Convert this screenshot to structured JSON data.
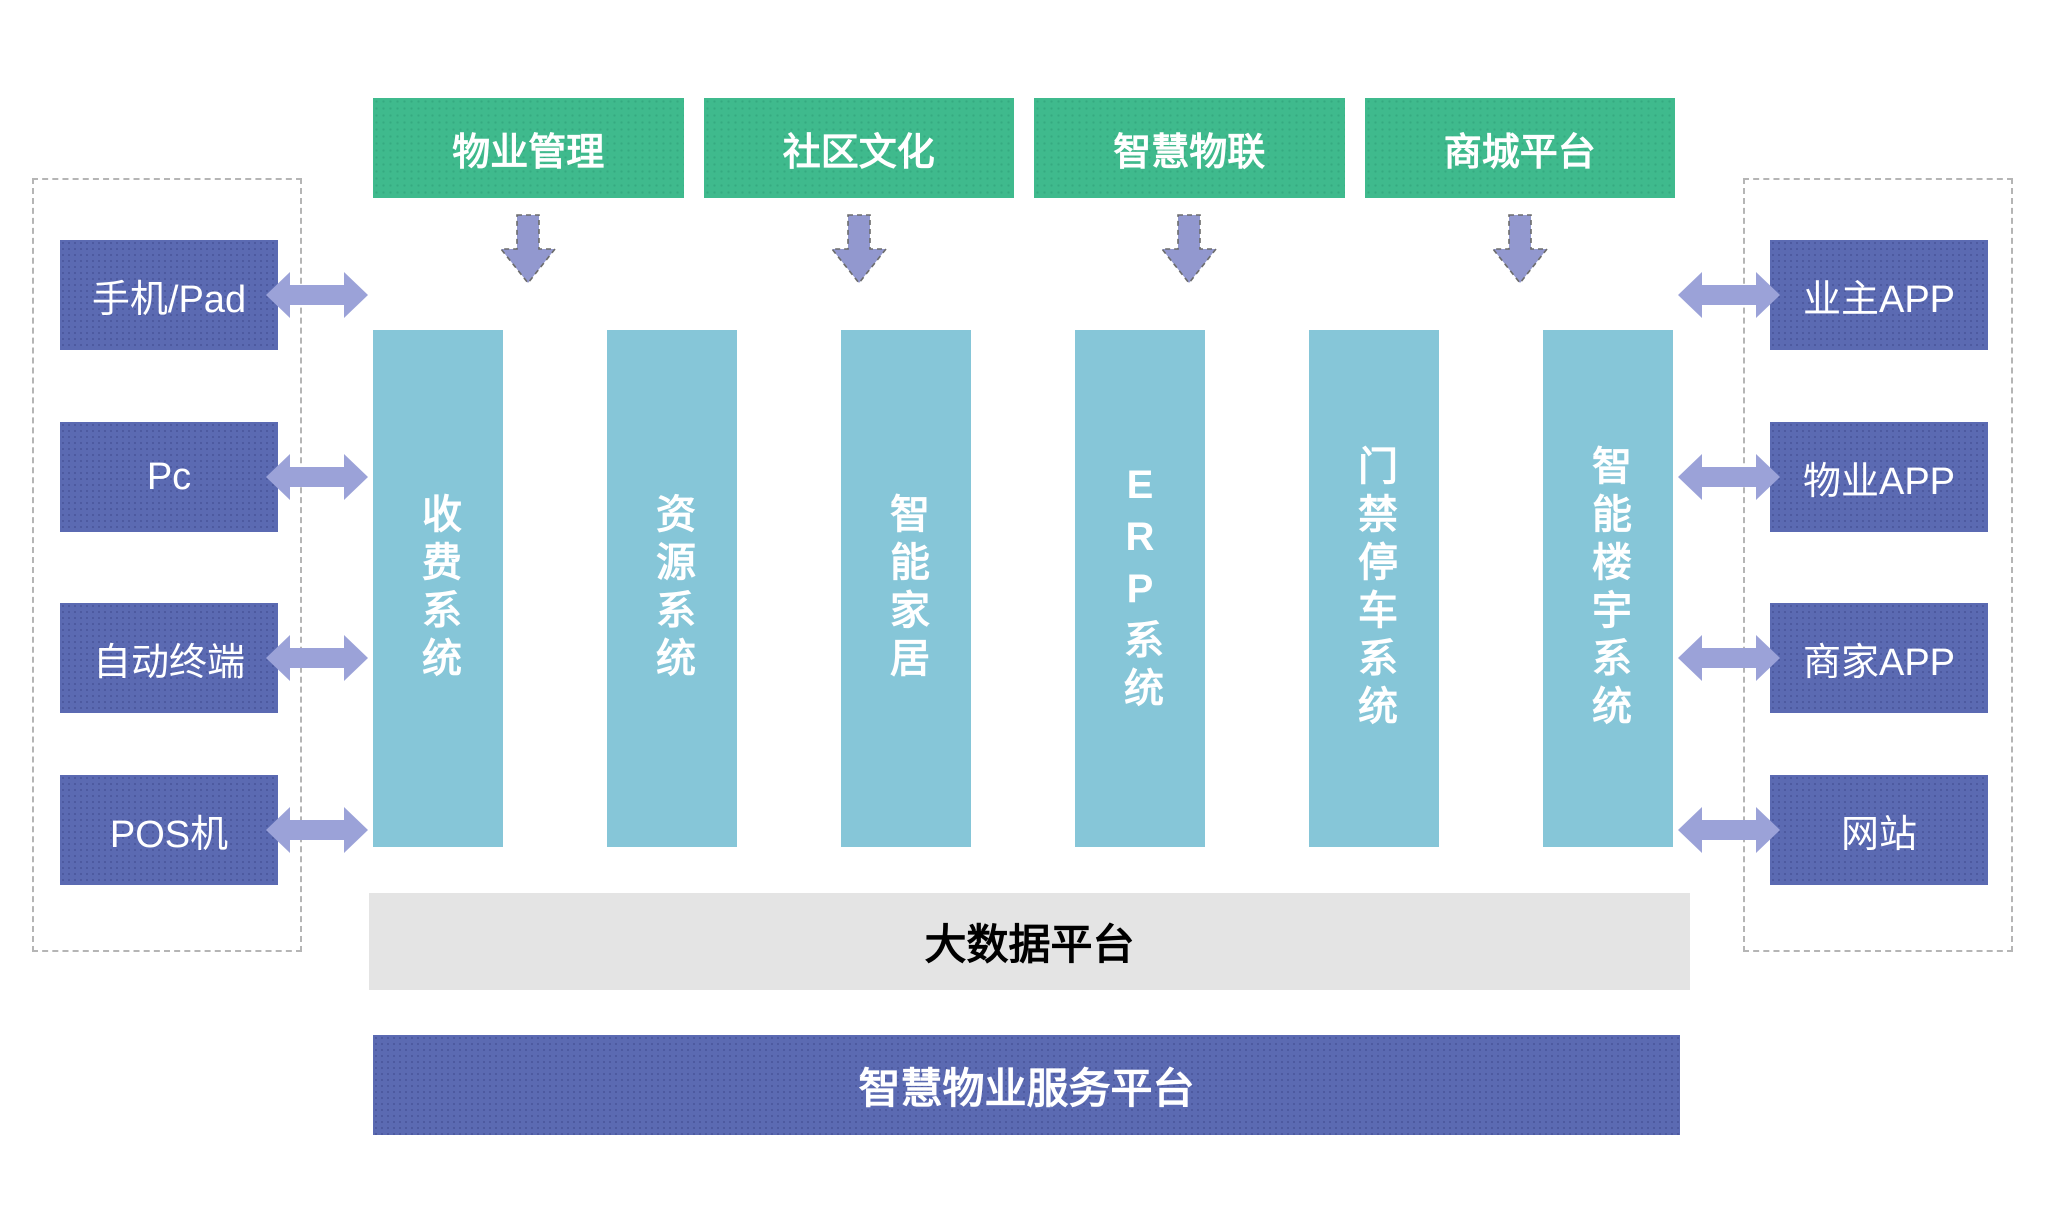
{
  "top_modules": {
    "items": [
      {
        "label": "物业管理"
      },
      {
        "label": "社区文化"
      },
      {
        "label": "智慧物联"
      },
      {
        "label": "商城平台"
      }
    ]
  },
  "system_columns": {
    "items": [
      {
        "label": "收费系统"
      },
      {
        "label": "资源系统"
      },
      {
        "label": "智能家居"
      },
      {
        "label": "ERP系统"
      },
      {
        "label": "门禁停车系统"
      },
      {
        "label": "智能楼宇系统"
      }
    ]
  },
  "left_panel": {
    "items": [
      {
        "label": "手机/Pad"
      },
      {
        "label": "Pc"
      },
      {
        "label": "自动终端"
      },
      {
        "label": "POS机"
      }
    ]
  },
  "right_panel": {
    "items": [
      {
        "label": "业主APP"
      },
      {
        "label": "物业APP"
      },
      {
        "label": "商家APP"
      },
      {
        "label": "网站"
      }
    ]
  },
  "bars": {
    "big_data": "大数据平台",
    "service_platform": "智慧物业服务平台"
  },
  "colors": {
    "module_green": "#3fba8d",
    "box_purple": "#5b6ab2",
    "column_teal": "#86c6d8",
    "arrow_purple": "#9ba2d8",
    "bar_gray": "#e4e4e4",
    "dashed_border": "#b5b5b5"
  }
}
